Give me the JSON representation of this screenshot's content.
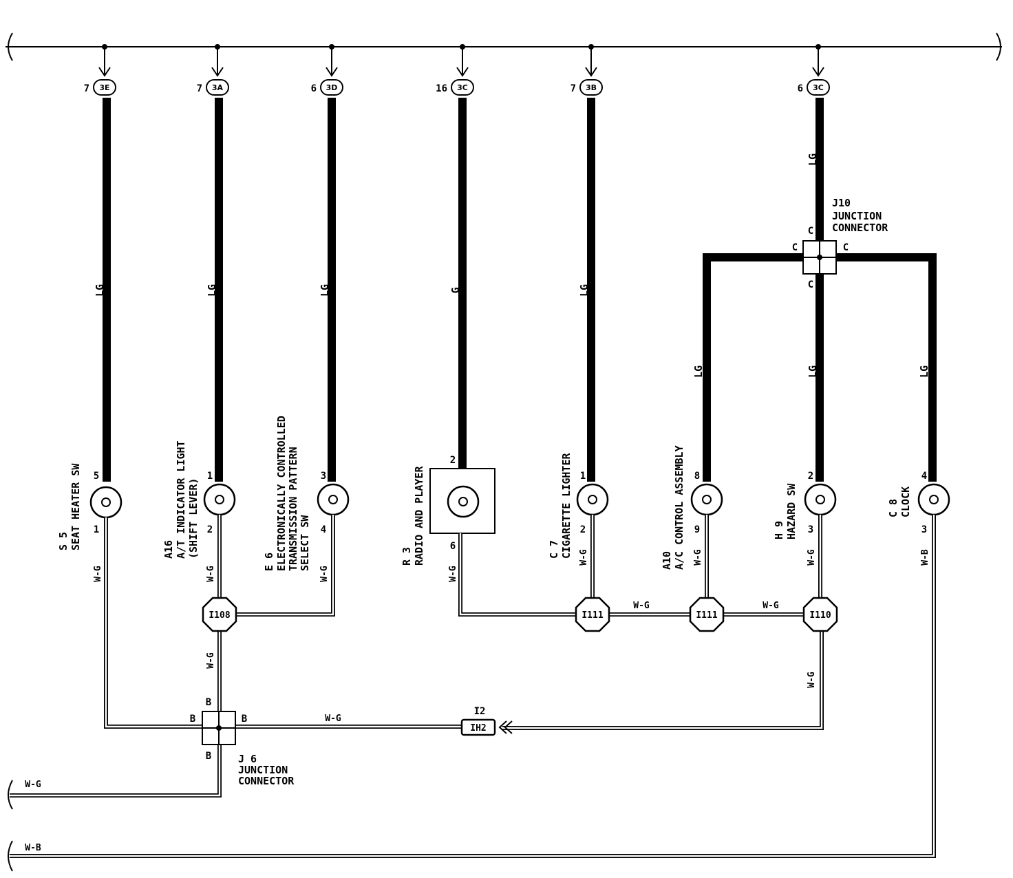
{
  "connectors": [
    {
      "pin": "7",
      "id": "3E"
    },
    {
      "pin": "7",
      "id": "3A"
    },
    {
      "pin": "6",
      "id": "3D"
    },
    {
      "pin": "16",
      "id": "3C"
    },
    {
      "pin": "7",
      "id": "3B"
    },
    {
      "pin": "6",
      "id": "3C"
    }
  ],
  "wires": {
    "lg": "LG",
    "g": "G",
    "wg": "W-G",
    "wb": "W-B"
  },
  "components": {
    "s5": {
      "code": "S 5",
      "name": "SEAT HEATER SW",
      "pin_top": "5",
      "pin_bottom": "1"
    },
    "a16": {
      "code": "A16",
      "line1": "A/T INDICATOR LIGHT",
      "line2": "(SHIFT LEVER)",
      "pin_top": "1",
      "pin_bottom": "2"
    },
    "e6": {
      "code": "E 6",
      "line1": "ELECTRONICALLY CONTROLLED",
      "line2": "TRANSMISSION PATTERN",
      "line3": "SELECT SW",
      "pin_top": "3",
      "pin_bottom": "4"
    },
    "r3": {
      "code": "R 3",
      "name": "RADIO AND PLAYER",
      "pin_top": "2",
      "pin_bottom": "6"
    },
    "c7": {
      "code": "C 7",
      "name": "CIGARETTE LIGHTER",
      "pin_top": "1",
      "pin_bottom": "2"
    },
    "a10": {
      "code": "A10",
      "name": "A/C CONTROL ASSEMBLY",
      "pin_top": "8",
      "pin_bottom": "9"
    },
    "h9": {
      "code": "H 9",
      "name": "HAZARD SW",
      "pin_top": "2",
      "pin_bottom": "3"
    },
    "c8": {
      "code": "C 8",
      "name": "CLOCK",
      "pin_top": "4",
      "pin_bottom": "3"
    }
  },
  "junctions": {
    "j10": {
      "code": "J10",
      "line1": "JUNCTION",
      "line2": "CONNECTOR",
      "pin": "C"
    },
    "j6": {
      "code": "J 6",
      "line1": "JUNCTION",
      "line2": "CONNECTOR",
      "pin": "B"
    }
  },
  "splices": {
    "i108": "I108",
    "i111a": "I111",
    "i111b": "I111",
    "i110": "I110"
  },
  "i2": {
    "code": "I2",
    "id": "IH2"
  }
}
